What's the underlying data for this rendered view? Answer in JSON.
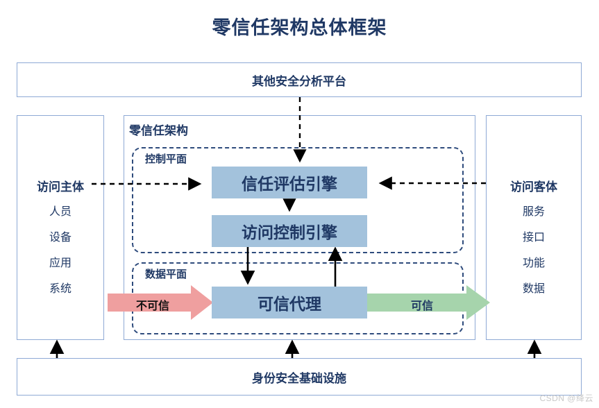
{
  "diagram": {
    "title": "零信任架构总体框架",
    "top_platform": {
      "label": "其他安全分析平台"
    },
    "subject": {
      "heading": "访问主体",
      "items": [
        "人员",
        "设备",
        "应用",
        "系统"
      ]
    },
    "object": {
      "heading": "访问客体",
      "items": [
        "服务",
        "接口",
        "功能",
        "数据"
      ]
    },
    "zero_trust": {
      "label": "零信任架构",
      "control_plane": {
        "label": "控制平面",
        "boxes": [
          {
            "label": "信任评估引擎"
          },
          {
            "label": "访问控制引擎"
          }
        ]
      },
      "data_plane": {
        "label": "数据平面",
        "boxes": [
          {
            "label": "可信代理"
          }
        ]
      }
    },
    "flows": {
      "untrusted": {
        "label": "不可信",
        "color": "#ef9f9f"
      },
      "trusted": {
        "label": "可信",
        "color": "#a6d4ac"
      }
    },
    "bottom": {
      "label": "身份安全基础设施"
    },
    "watermark": "CSDN @绛云",
    "colors": {
      "text_navy": "#1f3864",
      "box_fill": "#a3c2dc",
      "outline": "#8ea9d5",
      "dashed": "#2e4b7c"
    }
  }
}
